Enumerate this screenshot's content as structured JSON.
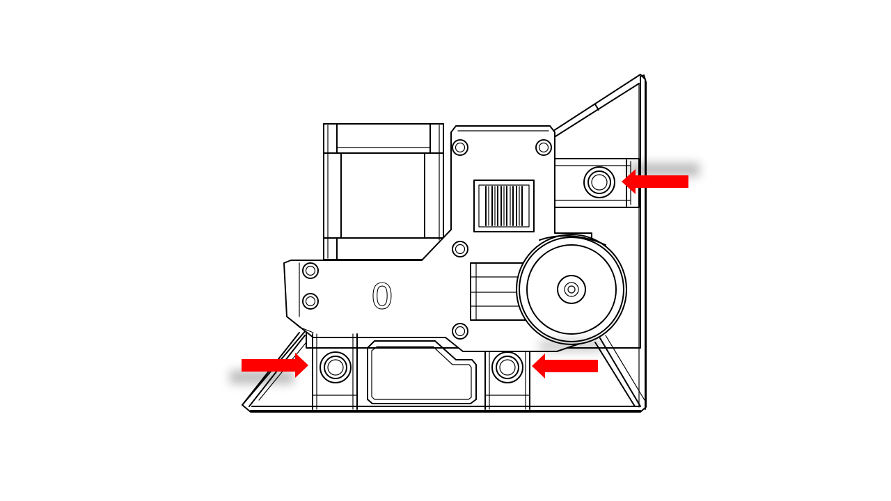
{
  "figure": {
    "part_number_label": "0"
  },
  "callouts": {
    "arrow_color": "#ff0000",
    "arrow_count": 3,
    "targets": [
      "top-right-screw",
      "bottom-left-screw",
      "bottom-center-screw"
    ]
  },
  "icons": {
    "arrow": "arrow-icon",
    "screw": "screw-icon",
    "motor": "stepper-motor-icon",
    "pulley": "pulley-icon"
  }
}
